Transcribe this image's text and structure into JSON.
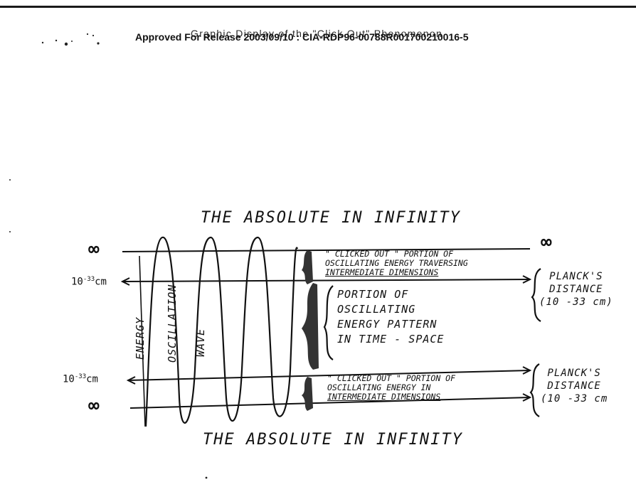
{
  "header": {
    "approved_line": "Approved For Release 2003/09/10 : CIA-RDP96-00788R001700210016-5",
    "title_line": "Graphic Display of the \"Click Out\" Phenomenon"
  },
  "diagram": {
    "title_top": "THE ABSOLUTE IN INFINITY",
    "title_bottom": "THE ABSOLUTE IN INFINITY",
    "infinity_symbol": "∞",
    "power_label_base": "10",
    "power_label_exp": "-33",
    "power_label_unit": "cm",
    "wave_labels": {
      "energy": "ENERGY",
      "oscillation": "OSCILLATION",
      "wave": "WAVE"
    },
    "clicked_out_top": {
      "line1": "\" CLICKED OUT \" PORTION OF",
      "line2": "OSCILLATING ENERGY TRAVERSING",
      "line3": "INTERMEDIATE DIMENSIONS"
    },
    "portion_text": {
      "line1": "PORTION OF",
      "line2": "OSCILLATING",
      "line3": "ENERGY PATTERN",
      "line4": "IN TIME - SPACE"
    },
    "clicked_out_bottom": {
      "line1": "\" CLICKED OUT \" PORTION OF",
      "line2": "OSCILLATING ENERGY IN",
      "line3": "INTERMEDIATE DIMENSIONS"
    },
    "planck_top": {
      "line1": "PLANCK'S",
      "line2": "DISTANCE",
      "line3": "(10 -33 cm)"
    },
    "planck_bottom": {
      "line1": "PLANCK'S",
      "line2": "DISTANCE",
      "line3": "(10 -33 cm"
    }
  }
}
